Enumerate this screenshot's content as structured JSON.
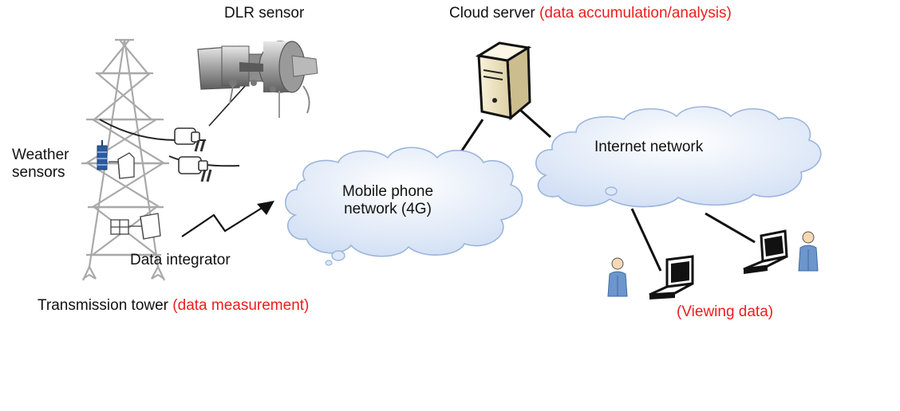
{
  "colors": {
    "accent_red": "#ee1c1c",
    "text": "#111111",
    "cloud_fill": "#dde8f8",
    "cloud_edge": "#9bb5dc",
    "server_body": "#f1e7c8",
    "sensor_blue": "#2c5aa0",
    "person_blue": "#6c96cc"
  },
  "labels": {
    "dlr_sensor": "DLR sensor",
    "cloud_server": "Cloud server",
    "cloud_server_role": "(data accumulation/analysis)",
    "weather_sensors_line1": "Weather",
    "weather_sensors_line2": "sensors",
    "mobile_network_line1": "Mobile phone",
    "mobile_network_line2": "network (4G)",
    "internet_network": "Internet network",
    "data_integrator": "Data integrator",
    "transmission_tower": "Transmission tower",
    "transmission_tower_role": "(data measurement)",
    "viewing_data": "(Viewing data)"
  },
  "icons": {
    "tower": "transmission-tower-icon",
    "dlr_sensor": "dlr-sensor-photo-icon",
    "server": "server-icon",
    "mobile_cloud": "cloud-icon",
    "internet_cloud": "cloud-icon",
    "laptop": "laptop-icon",
    "person": "person-icon",
    "wireless": "wireless-signal-icon"
  }
}
